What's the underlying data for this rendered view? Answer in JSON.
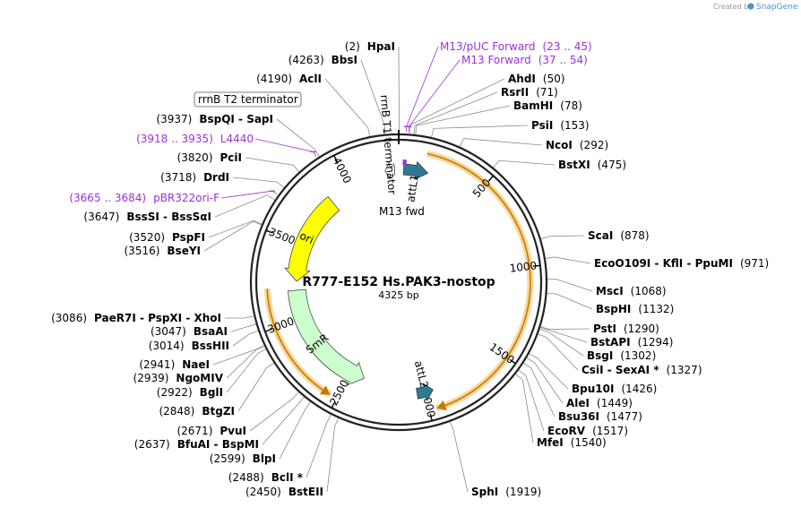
{
  "credit": {
    "text": "Created by",
    "brand": "SnapGene"
  },
  "plasmid": {
    "name": "R777-E152 Hs.PAK3-nostop",
    "length_text": "4325 bp",
    "length": 4325
  },
  "colors": {
    "backbone": "#222222",
    "attL": "#2e7a93",
    "ori": "#ffff00",
    "smr": "#ccffcc",
    "cds": "#f5c46e",
    "primer": "#9b30d9",
    "terminator": "#ffffff"
  },
  "tick_labels": [
    "500",
    "1000",
    "1500",
    "2000",
    "2500",
    "3000",
    "3500",
    "4000"
  ],
  "features": [
    {
      "name": "attL1",
      "start": 30,
      "end": 180,
      "dir": 1,
      "kind": "attL"
    },
    {
      "name": "attL2",
      "start": 1950,
      "end": 2050,
      "dir": -1,
      "kind": "attL"
    },
    {
      "name": "SmR",
      "start": 2400,
      "end": 3190,
      "dir": -1,
      "kind": "smr"
    },
    {
      "name": "ori",
      "start": 3250,
      "end": 3850,
      "dir": -1,
      "kind": "ori"
    },
    {
      "name": "rrnB T1 terminator",
      "start": 4240,
      "end": 4300,
      "dir": -1,
      "kind": "terminator"
    },
    {
      "name": "M13 fwd",
      "start": 23,
      "end": 45,
      "dir": 1,
      "kind": "primer-feature"
    }
  ],
  "cds_arcs": [
    {
      "start": 150,
      "end": 1960,
      "dir": 1
    },
    {
      "start": 2540,
      "end": 3210,
      "dir": -1
    }
  ],
  "right_sites": [
    {
      "name": "AhdI",
      "pos": "(50)"
    },
    {
      "name": "RsrII",
      "pos": "(71)"
    },
    {
      "name": "BamHI",
      "pos": "(78)"
    },
    {
      "name": "PsiI",
      "pos": "(153)"
    },
    {
      "name": "NcoI",
      "pos": "(292)"
    },
    {
      "name": "BstXI",
      "pos": "(475)"
    },
    {
      "name": "ScaI",
      "pos": "(878)"
    },
    {
      "name": "EcoO109I - KflI - PpuMI",
      "pos": "(971)"
    },
    {
      "name": "MscI",
      "pos": "(1068)"
    },
    {
      "name": "BspHI",
      "pos": "(1132)"
    },
    {
      "name": "PstI",
      "pos": "(1290)"
    },
    {
      "name": "BstAPI",
      "pos": "(1294)"
    },
    {
      "name": "BsgI",
      "pos": "(1302)"
    },
    {
      "name": "CsiI - SexAI *",
      "pos": "(1327)"
    },
    {
      "name": "Bpu10I",
      "pos": "(1426)"
    },
    {
      "name": "AleI",
      "pos": "(1449)"
    },
    {
      "name": "Bsu36I",
      "pos": "(1477)"
    },
    {
      "name": "EcoRV",
      "pos": "(1517)"
    },
    {
      "name": "MfeI",
      "pos": "(1540)"
    },
    {
      "name": "SphI",
      "pos": "(1919)"
    }
  ],
  "left_sites": [
    {
      "name": "HpaI",
      "pos": "(2)"
    },
    {
      "name": "BbsI",
      "pos": "(4263)"
    },
    {
      "name": "AclI",
      "pos": "(4190)"
    },
    {
      "name": "BspQI - SapI",
      "pos": "(3937)"
    },
    {
      "name": "PciI",
      "pos": "(3820)"
    },
    {
      "name": "DrdI",
      "pos": "(3718)"
    },
    {
      "name": "BssSI - BssSαI",
      "pos": "(3647)"
    },
    {
      "name": "PspFI",
      "pos": "(3520)"
    },
    {
      "name": "BseYI",
      "pos": "(3516)"
    },
    {
      "name": "PaeR7I - PspXI - XhoI",
      "pos": "(3086)"
    },
    {
      "name": "BsaAI",
      "pos": "(3047)"
    },
    {
      "name": "BssHII",
      "pos": "(3014)"
    },
    {
      "name": "NaeI",
      "pos": "(2941)"
    },
    {
      "name": "NgoMIV",
      "pos": "(2939)"
    },
    {
      "name": "BglI",
      "pos": "(2922)"
    },
    {
      "name": "BtgZI",
      "pos": "(2848)"
    },
    {
      "name": "PvuI",
      "pos": "(2671)"
    },
    {
      "name": "BfuAI - BspMI",
      "pos": "(2637)"
    },
    {
      "name": "BlpI",
      "pos": "(2599)"
    },
    {
      "name": "BclI *",
      "pos": "(2488)"
    },
    {
      "name": "BstEII",
      "pos": "(2450)"
    }
  ],
  "primers": [
    {
      "name": "M13/pUC Forward",
      "range": "(23 .. 45)"
    },
    {
      "name": "M13 Forward",
      "range": "(37 .. 54)"
    },
    {
      "name": "L4440",
      "range": "(3918 .. 3935)"
    },
    {
      "name": "pBR322ori-F",
      "range": "(3665 .. 3684)"
    }
  ],
  "boxed_label": "rrnB T2 terminator"
}
